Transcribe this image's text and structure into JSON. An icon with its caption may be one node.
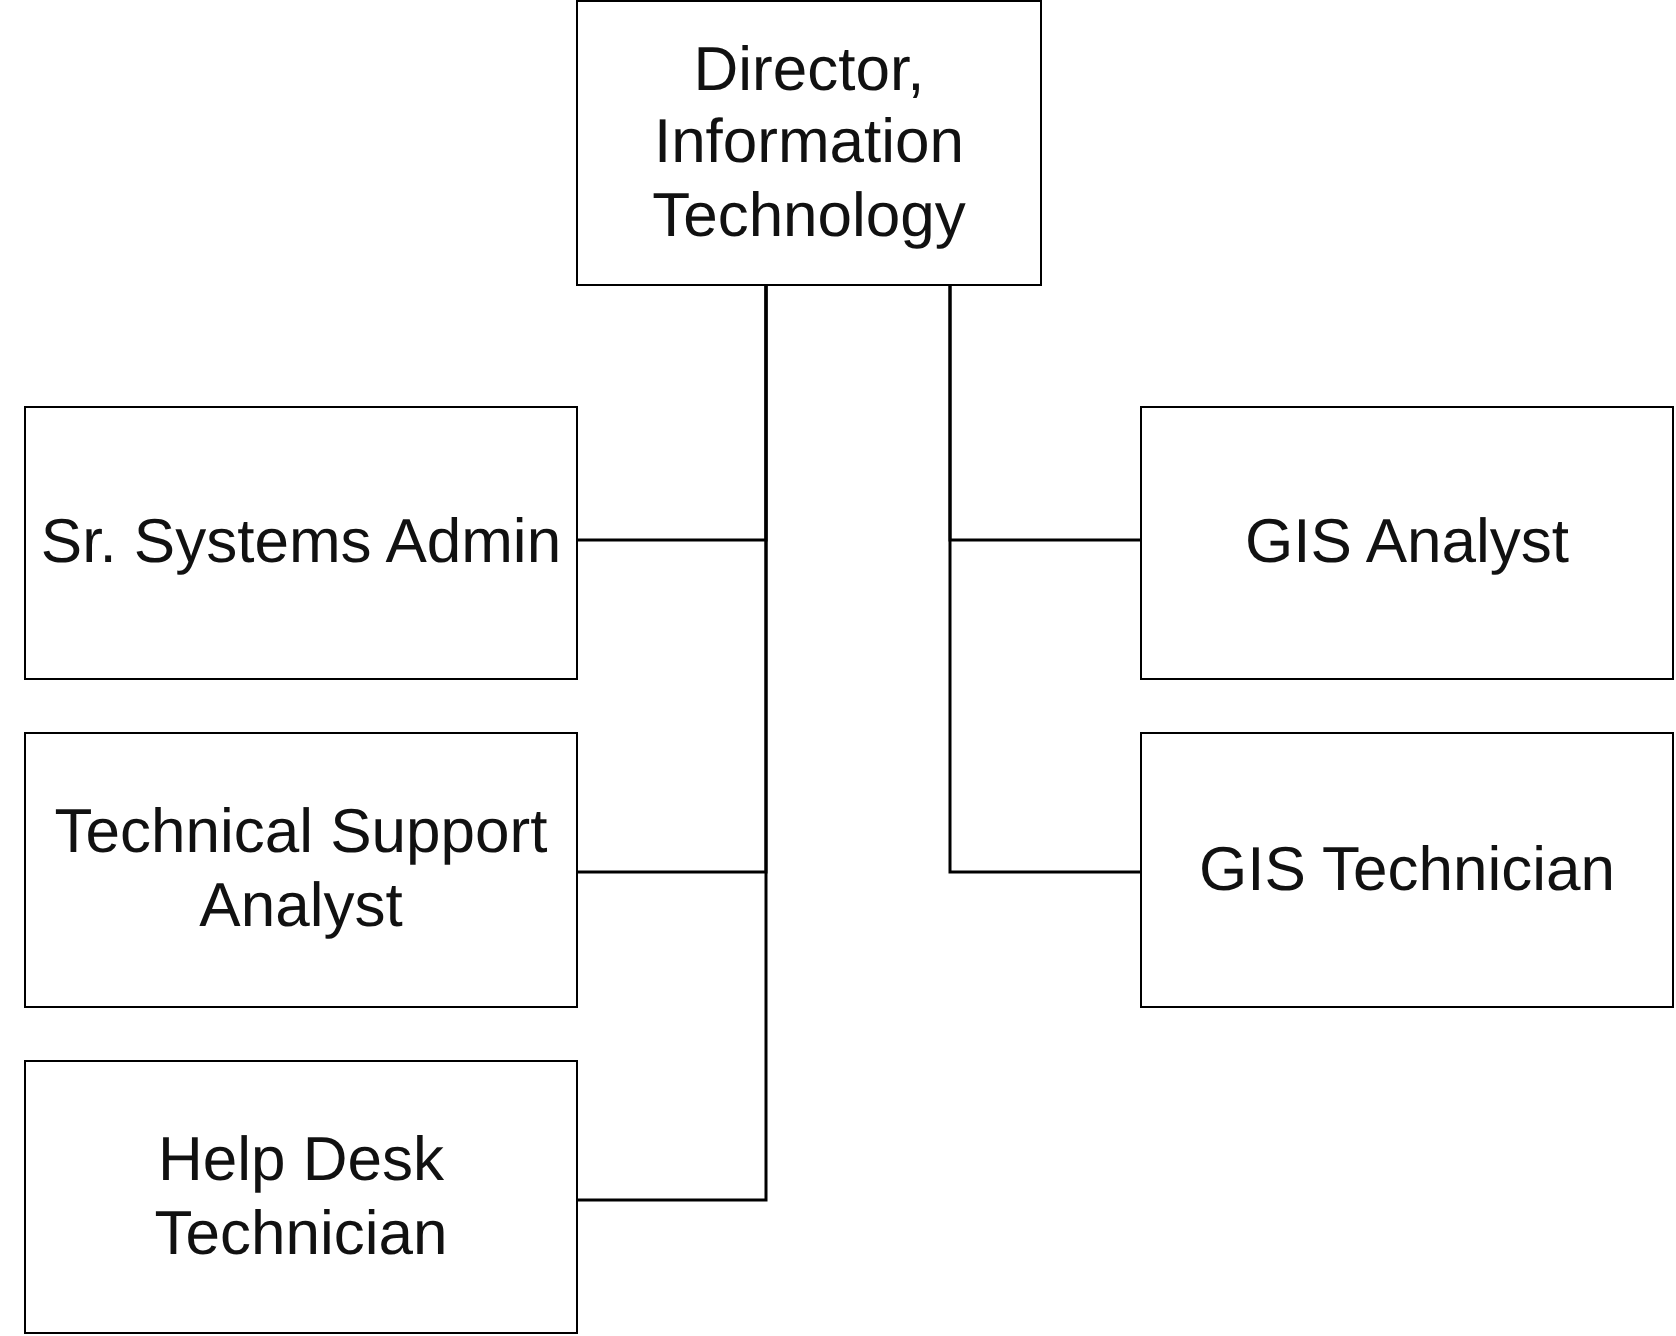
{
  "diagram": {
    "nodes": [
      {
        "text": [
          "Director, Information Technology"
        ]
      },
      {
        "text": [
          "Sr. Systems Admin"
        ]
      },
      {
        "text": [
          "Technical Support Analyst"
        ]
      },
      {
        "text": [
          "Help Desk Technician"
        ]
      },
      {
        "text": [
          "GIS Analyst"
        ]
      },
      {
        "text": [
          "GIS Technician"
        ]
      }
    ],
    "edges": [
      {
        "from": 0,
        "to": 1,
        "arrow": "none"
      },
      {
        "from": 0,
        "to": 2,
        "arrow": "none"
      },
      {
        "from": 0,
        "to": 3,
        "arrow": "none"
      },
      {
        "from": 0,
        "to": 4,
        "arrow": "none"
      },
      {
        "from": 0,
        "to": 5,
        "arrow": "none"
      }
    ]
  }
}
